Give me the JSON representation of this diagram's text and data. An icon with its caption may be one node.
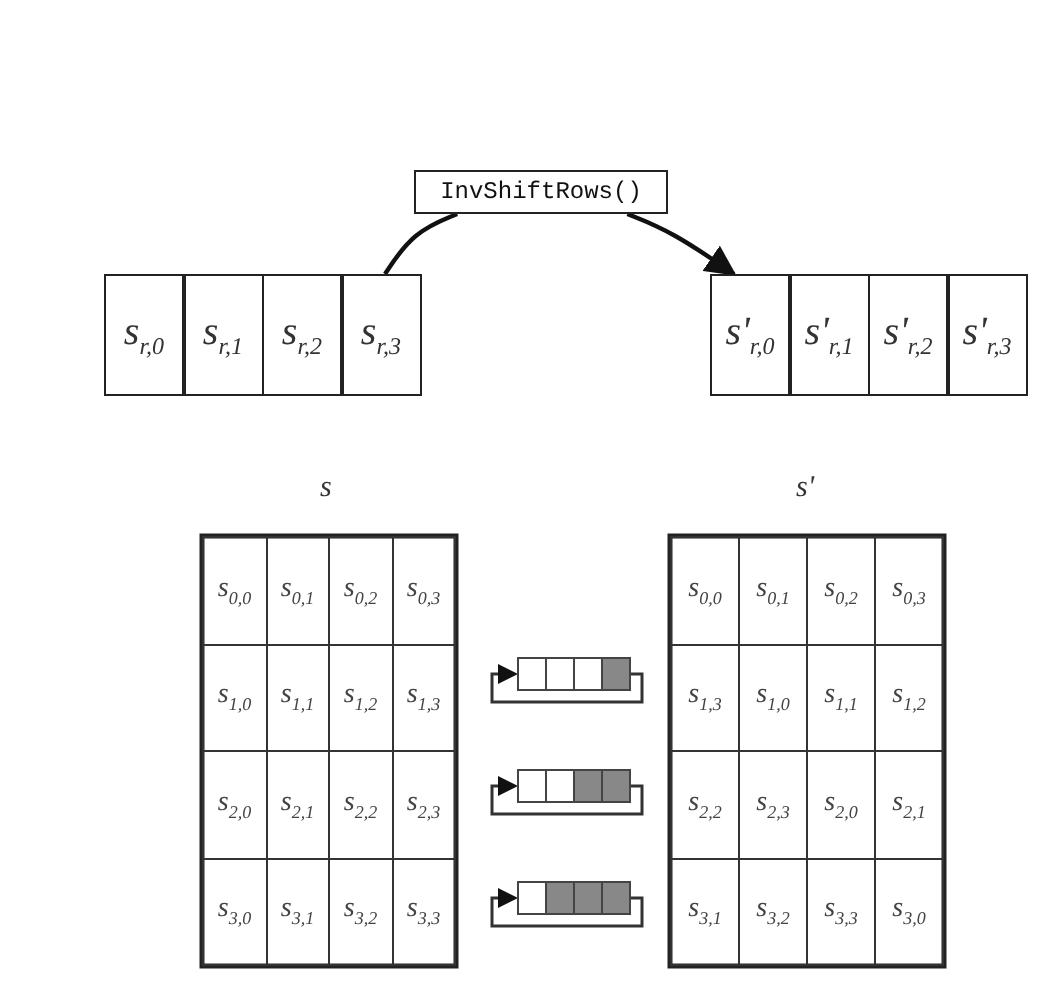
{
  "diagram": {
    "nodes": [
      {
        "text": [
          "InvShiftRows()"
        ]
      },
      {
        "text": [
          "s$_{r,0}$"
        ]
      },
      {
        "text": [
          "s$_{r,1}$"
        ]
      },
      {
        "text": [
          "s$_{r,2}$"
        ]
      },
      {
        "text": [
          "s$_{r,3}$"
        ]
      },
      {
        "text": [
          "s'$_{r,0}$"
        ]
      },
      {
        "text": [
          "s'$_{r,1}$"
        ]
      },
      {
        "text": [
          "s'$_{r,2}$"
        ]
      },
      {
        "text": [
          "s'$_{r,3}$"
        ]
      }
    ],
    "edges": [
      {
        "from": 4,
        "to": 0,
        "arrow": "none"
      },
      {
        "from": 0,
        "to": 5,
        "arrow": "to"
      }
    ],
    "labels": [
      "s",
      "s'",
      "s$_{0,0}$",
      "s$_{0,1}$",
      "s$_{0,2}$",
      "s$_{0,3}$",
      "s$_{1,0}$",
      "s$_{1,1}$",
      "s$_{1,2}$",
      "s$_{1,3}$",
      "s$_{2,0}$",
      "s$_{2,1}$",
      "s$_{2,2}$",
      "s$_{2,3}$",
      "s$_{3,0}$",
      "s$_{3,1}$",
      "s$_{3,2}$",
      "s$_{3,3}$",
      "s$_{0,0}$",
      "s$_{0,1}$",
      "s$_{0,2}$",
      "s$_{0,3}$",
      "s$_{1,3}$",
      "s$_{1,0}$",
      "s$_{1,1}$",
      "s$_{1,2}$",
      "s$_{2,2}$",
      "s$_{2,3}$",
      "s$_{2,0}$",
      "s$_{2,1}$",
      "s$_{3,1}$",
      "s$_{3,2}$",
      "s$_{3,3}$",
      "s$_{3,0}$"
    ]
  }
}
